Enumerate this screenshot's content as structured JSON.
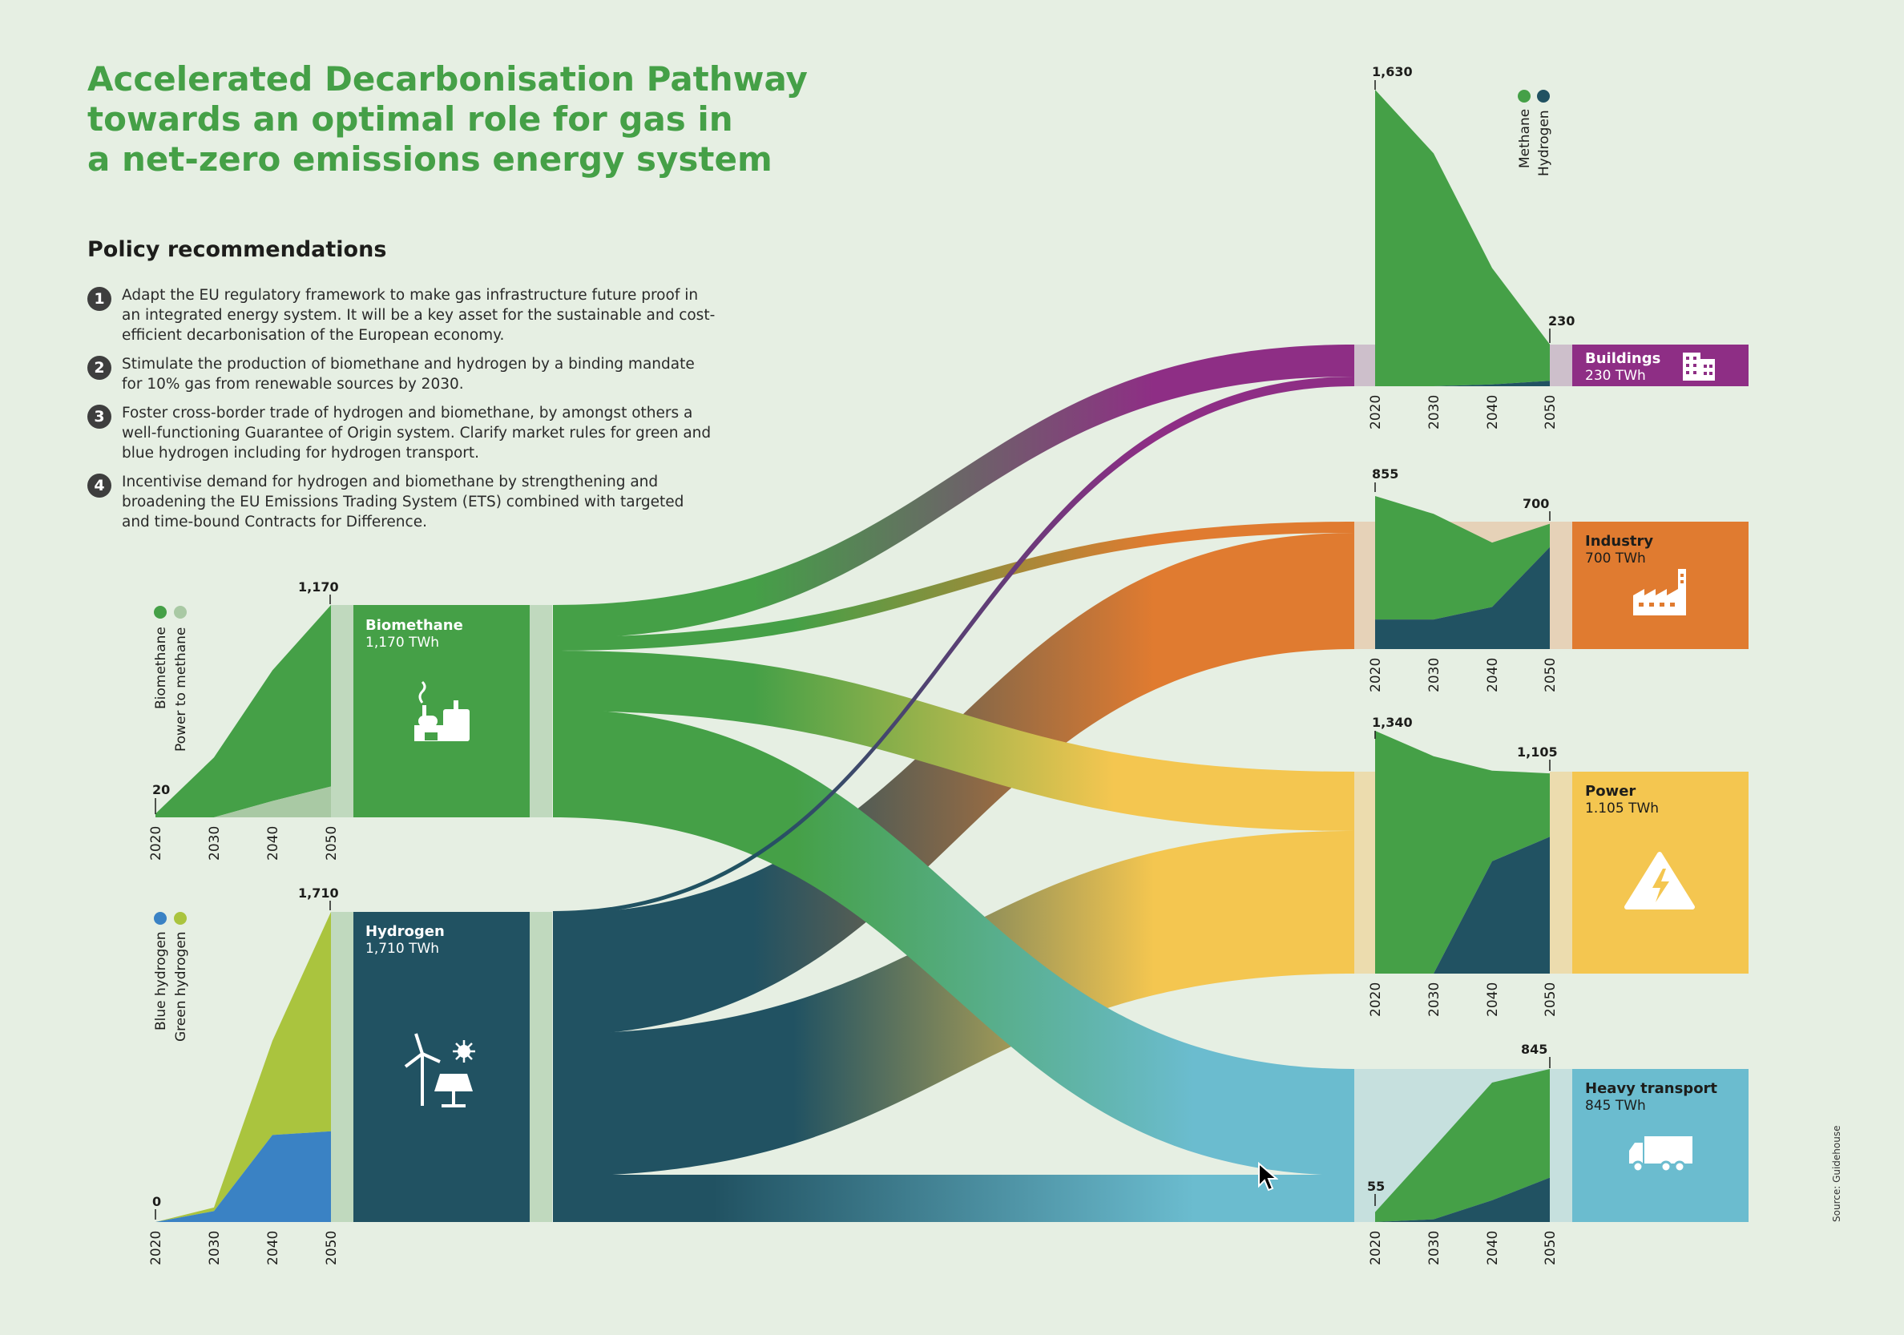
{
  "title_lines": [
    "Accelerated Decarbonisation Pathway",
    "towards an optimal role for gas in",
    "a net-zero emissions energy system"
  ],
  "policy": {
    "heading": "Policy recommendations",
    "items": [
      {
        "num": "1",
        "lines": [
          "Adapt the EU regulatory framework to make gas infrastructure future proof in",
          "an integrated energy system. It will be a key asset for the sustainable and cost-",
          "efficient decarbonisation of the European economy."
        ]
      },
      {
        "num": "2",
        "lines": [
          "Stimulate the production of biomethane and hydrogen by a binding mandate",
          "for 10% gas from renewable sources by 2030."
        ]
      },
      {
        "num": "3",
        "lines": [
          "Foster cross-border trade of hydrogen and biomethane, by amongst others a",
          "well-functioning Guarantee of Origin system. Clarify market rules for green and",
          "blue hydrogen including for hydrogen transport."
        ]
      },
      {
        "num": "4",
        "lines": [
          "Incentivise demand for hydrogen and biomethane by strengthening and",
          "broadening the EU Emissions Trading System (ETS) combined with targeted",
          "and time-bound Contracts for Difference."
        ]
      }
    ]
  },
  "years": [
    "2020",
    "2030",
    "2040",
    "2050"
  ],
  "colors": {
    "green": "#45a047",
    "light_green": "#a9c9a4",
    "lime": "#aac43e",
    "blue": "#3a82c4",
    "navy": "#215262",
    "purple": "#8e2e85",
    "orange": "#e07b30",
    "yellow": "#f4c650",
    "sky": "#6bbccf"
  },
  "sources": [
    {
      "name": "Biomethane",
      "value_label": "1,170 TWh",
      "icon": "biogas-plant-icon",
      "legend": [
        "Biomethane",
        "Power to methane"
      ],
      "start_label": "20",
      "end_label": "1,170",
      "series_values": {
        "Biomethane": [
          20,
          330,
          720,
          1000
        ],
        "Power to methane": [
          0,
          0,
          90,
          170
        ]
      }
    },
    {
      "name": "Hydrogen",
      "value_label": "1,710 TWh",
      "icon": "wind-solar-icon",
      "legend": [
        "Blue hydrogen",
        "Green hydrogen"
      ],
      "start_label": "0",
      "end_label": "1,710",
      "series_values": {
        "Blue hydrogen": [
          0,
          60,
          480,
          500
        ],
        "Green hydrogen": [
          0,
          20,
          520,
          1210
        ]
      }
    }
  ],
  "sectors": [
    {
      "name": "Buildings",
      "value_label": "230 TWh",
      "icon": "building-icon",
      "start_label": "1,630",
      "end_label": "230",
      "legend": [
        "Methane",
        "Hydrogen"
      ],
      "series_values": {
        "Methane": [
          1630,
          1280,
          640,
          200
        ],
        "Hydrogen": [
          0,
          0,
          10,
          30
        ]
      }
    },
    {
      "name": "Industry",
      "value_label": "700 TWh",
      "icon": "factory-icon",
      "start_label": "855",
      "end_label": "700",
      "series_values": {
        "Methane": [
          690,
          590,
          360,
          130
        ],
        "Hydrogen": [
          165,
          165,
          235,
          570
        ]
      }
    },
    {
      "name": "Power",
      "value_label": "1.105 TWh",
      "icon": "power-warning-icon",
      "start_label": "1,340",
      "end_label": "1,105",
      "series_values": {
        "Methane": [
          1340,
          1200,
          500,
          350
        ],
        "Hydrogen": [
          0,
          0,
          620,
          755
        ]
      }
    },
    {
      "name": "Heavy transport",
      "value_label": "845 TWh",
      "icon": "truck-icon",
      "start_label": "55",
      "end_label": "845",
      "series_values": {
        "Methane": [
          55,
          395,
          650,
          600
        ],
        "Hydrogen": [
          0,
          15,
          120,
          245
        ]
      }
    }
  ],
  "source_note": "Source: Guidehouse"
}
